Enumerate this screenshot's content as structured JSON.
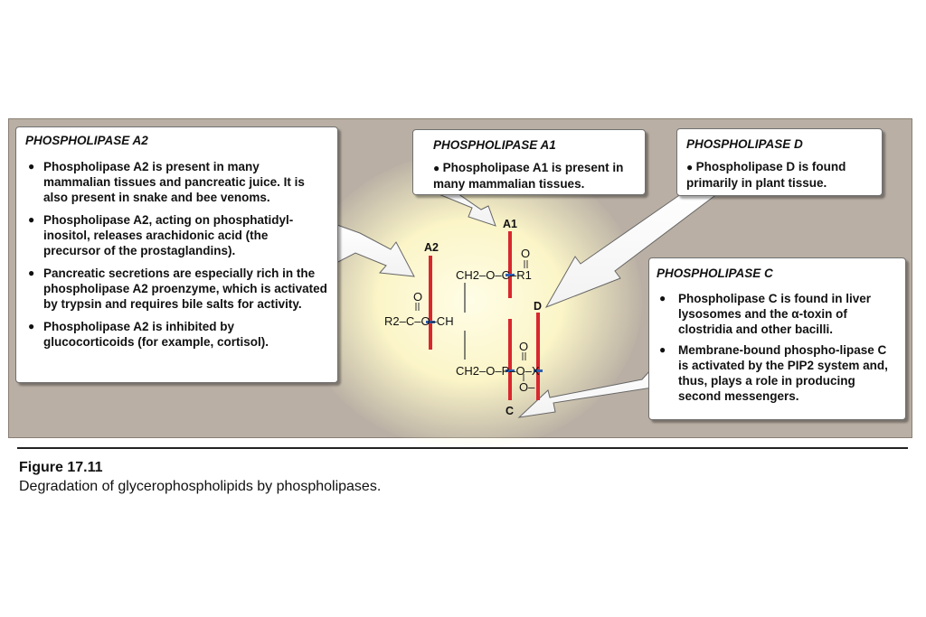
{
  "boxA2": {
    "title": "PHOSPHOLIPASE A2",
    "bullets": [
      "Phospholipase A2 is present in many mammalian tissues and pancreatic juice. It is also present in snake and bee venoms.",
      "Phospholipase A2, acting on phosphatidyl-inositol, releases arachidonic acid (the precursor of the prostaglandins).",
      "Pancreatic secretions are especially rich in the phospholipase A2 proenzyme, which is activated by trypsin and requires bile salts for activity.",
      "Phospholipase A2 is inhibited by glucocorticoids (for example, cortisol)."
    ]
  },
  "boxA1": {
    "title": "PHOSPHOLIPASE A1",
    "bullets": [
      "Phospholipase A1 is present in many mammalian tissues."
    ]
  },
  "boxD": {
    "title": "PHOSPHOLIPASE D",
    "bullets": [
      "Phospholipase D is found primarily in plant tissue."
    ]
  },
  "boxC": {
    "title": "PHOSPHOLIPASE C",
    "bullets": [
      "Phospholipase C is found in liver lysosomes and the α-toxin of clostridia and other bacilli.",
      "Membrane-bound phospho-lipase C is activated by the PIP2 system and, thus, plays a role in producing second messengers."
    ]
  },
  "molecule": {
    "top_row": "CH2–O–C–R1",
    "middle_row": "R2–C–O–CH",
    "bottom_row": "CH2–O–P–O–X",
    "oxygen": "O",
    "oxygen_minus": "O–"
  },
  "sites": {
    "a1": "A1",
    "a2": "A2",
    "c": "C",
    "d": "D"
  },
  "colors": {
    "cleavage_bar": "#d9272e",
    "bond_marker": "#2f5fb3",
    "panel": "#b9afa4",
    "glow": "#fbf5c8"
  },
  "figure": {
    "label": "Figure 17.11",
    "caption": "Degradation of glycerophospholipids by phospholipases."
  }
}
